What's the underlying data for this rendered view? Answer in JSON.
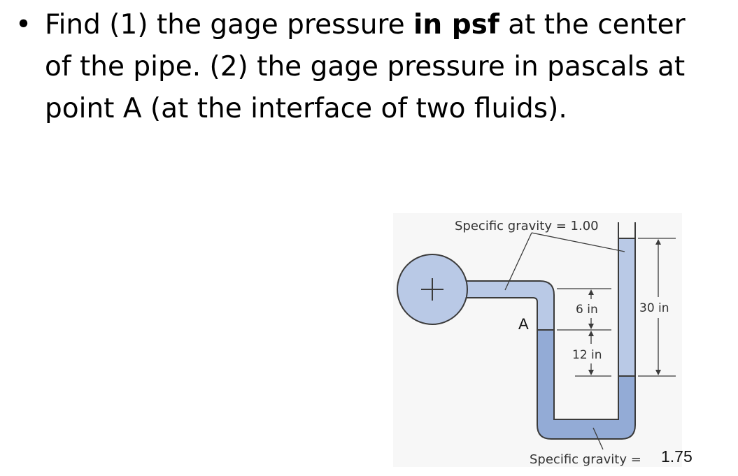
{
  "problem": {
    "bullet": "•",
    "text_part1": "Find (1) the gage pressure ",
    "text_bold": "in psf",
    "text_part2": " at the center of the pipe. (2) the gage pressure in pascals at point A (at the interface of two fluids)."
  },
  "figure": {
    "label_sg_top": "Specific gravity = 1.00",
    "label_A": "A",
    "label_6in": "6 in",
    "label_12in": "12 in",
    "label_30in": "30 in",
    "label_sg_bottom": "Specific gravity =",
    "sg_bottom_value": "1.75",
    "colors": {
      "light_fluid": "#b9c9e6",
      "heavy_fluid": "#93abd6",
      "outline": "#3b3b3b",
      "background": "#f7f7f7"
    }
  }
}
